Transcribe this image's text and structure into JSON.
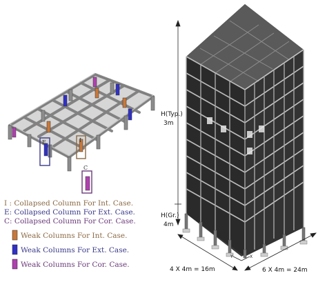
{
  "labels": {
    "marker_e": "E",
    "marker_i": "I",
    "marker_c": "C"
  },
  "legend": {
    "collapsed": [
      {
        "text": "I : Collapsed Column For Int. Case.",
        "color": "#8a6a45"
      },
      {
        "text": "E: Collapsed Column For Ext. Case.",
        "color": "#3a3a8a"
      },
      {
        "text": "C: Collapsed Column For Cor. Case.",
        "color": "#6a3a7a"
      }
    ],
    "weak": [
      {
        "text": "Weak Columns For Int. Case.",
        "swatch": "#c8783a",
        "color": "#8a6a45"
      },
      {
        "text": "Weak Columns For Ext. Case.",
        "swatch": "#3030c8",
        "color": "#3a3a8a"
      },
      {
        "text": "Weak Columns For Cor. Case.",
        "swatch": "#b040b0",
        "color": "#6a3a7a"
      }
    ]
  },
  "dimensions": {
    "typ_height_label": "H(Typ.)",
    "typ_height_value": "3m",
    "gr_height_label": "H(Gr.)",
    "gr_height_value": "4m",
    "width_left": "4 X 4m = 16m",
    "width_right": "6 X 4m = 24m",
    "axis_x": "X",
    "axis_y": "Y"
  }
}
